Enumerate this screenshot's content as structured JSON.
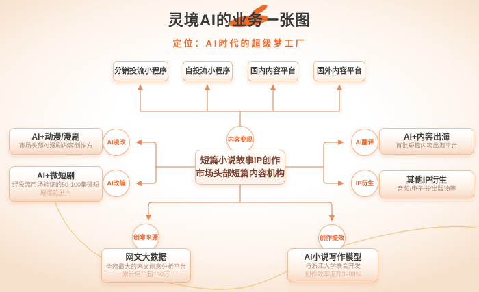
{
  "colors": {
    "accent": "#EB6A28",
    "connector": "#E59A6F",
    "box_border": "#F3BD98",
    "title_text": "#383838",
    "center_text": "#7A422F",
    "muted_text": "#AE8D7E",
    "faint_text": "#E3B098",
    "decor_curve": "#EFC377"
  },
  "header": {
    "title_prefix": "灵境AI的",
    "title_highlight": "业务",
    "title_suffix": "一张图",
    "subtitle": "定位：AI时代的超级梦工厂"
  },
  "top_platforms": [
    {
      "label": "分销投流小程序"
    },
    {
      "label": "自投流小程序"
    },
    {
      "label": "国内内容平台"
    },
    {
      "label": "国外内容平台"
    }
  ],
  "hub": {
    "top_label": "内容变现"
  },
  "center_box": {
    "line1": "短篇小说故事IP创作",
    "line2": "市场头部短篇内容机构"
  },
  "left_branch": {
    "circle1": "AI漫改",
    "circle2": "AI改编",
    "box1": {
      "title": "AI+动漫/漫剧",
      "subtitle": "市场头部AI漫剧内容制作方"
    },
    "box2": {
      "title": "AI+微短剧",
      "subtitle_line1": "经投流市场验证的50-100集微短",
      "subtitle_line2": "剧爆款剧本"
    }
  },
  "right_branch": {
    "circle1": "AI翻译",
    "circle2": "IP衍生",
    "box1": {
      "title": "AI+内容出海",
      "subtitle": "首批短篇内容出海平台"
    },
    "box2": {
      "title": "其他IP衍生",
      "subtitle": "音频/电子书/出版物等"
    }
  },
  "bottom_branch": {
    "circle1": "创意来源",
    "circle2": "创作提效",
    "box1": {
      "title": "网文大数据",
      "subtitle_line1": "全网最大的网文创意分析平台",
      "subtitle_line2": "累计用户超100万"
    },
    "box2": {
      "title": "AI小说写作模型",
      "subtitle_line1": "与浙江大学联合开发",
      "subtitle_line2": "创作效率提升3200%"
    }
  }
}
